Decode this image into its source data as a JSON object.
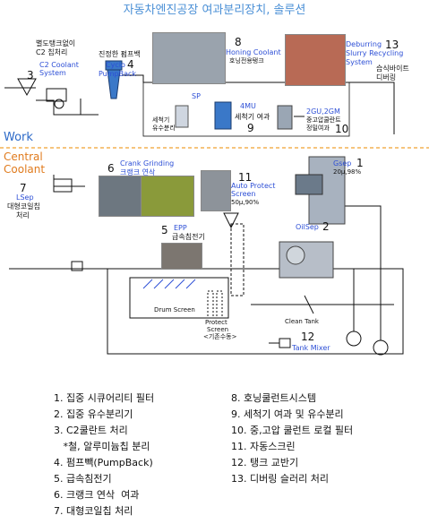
{
  "title": "자동차엔진공장 여과분리장치, 솔루션",
  "zones": {
    "work": "Work",
    "central_line1": "Central",
    "central_line2": "Coolant"
  },
  "labels": {
    "l3_note1": "별도탱크없이",
    "l3_note2": "C2 칩처리",
    "l3_num": "3",
    "l3_name1": "C2 Coolant",
    "l3_name2": "System",
    "l4_top1": "진정한 펌프백",
    "l4_name": "Cyclo",
    "l4_num": "4",
    "l4_name2": "PumpBack",
    "l8_num": "8",
    "l8_name": "Honing Coolant",
    "l8_kr": "호닝전용탱크",
    "l13_name1": "Deburring",
    "l13_num": "13",
    "l13_name2": "Slurry Recycling",
    "l13_name3": "System",
    "l13_kr1": "습식바이트",
    "l13_kr2": "디버링",
    "sp": "SP",
    "sp_kr1": "세척기",
    "sp_kr2": "유수분리",
    "fmu": "4MU",
    "fmu_kr": "세척기 여과",
    "fmu_num": "9",
    "gu": "2GU,2GM",
    "gu_kr1": "중고압쿨란트",
    "gu_kr2": "정밀여과",
    "gu_num": "10",
    "l6_num": "6",
    "l6_name": "Crank Grinding",
    "l6_kr": "크랭크 연삭",
    "l7_num": "7",
    "l7_name": "LSep",
    "l7_kr1": "대형코일칩",
    "l7_kr2": "처리",
    "l11_num": "11",
    "l11_name1": "Auto Protect",
    "l11_name2": "Screen",
    "l11_sub": "50μ,90%",
    "l5_num": "5",
    "l5_name": "EPP",
    "l5_kr": "급속침전기",
    "l1_name": "Gsep",
    "l1_num": "1",
    "l1_sub": "20μ,98%",
    "l2_name": "OilSep",
    "l2_num": "2",
    "drum": "Drum Screen",
    "protect1": "Protect",
    "protect2": "Screen",
    "protect3": "<기존수동>",
    "clean": "Clean Tank",
    "l12_num": "12",
    "l12_name": "Tank Mixer"
  },
  "legend_left": [
    "1. 집중 시큐어리티 필터",
    "2. 집중 유수분리기",
    "3. C2쿨란트 처리",
    "   *철, 알루미늄칩 분리",
    "4. 펌프빽(PumpBack)",
    "5. 급속침전기",
    "6. 크랭크 연삭  여과",
    "7. 대형코일칩 처리"
  ],
  "legend_right": [
    "8. 호닝쿨런트시스템",
    "9. 세척기 여과 및 유수분리",
    "10. 중,고압 쿨런트 로컬 필터",
    "11. 자동스크린",
    "12. 탱크 교반기",
    "13. 디버링 슬러리 처리"
  ],
  "colors": {
    "accent": "#2d4fd6",
    "title": "#4a8fd6",
    "divider": "#f0a030",
    "central": "#e07b1e"
  }
}
